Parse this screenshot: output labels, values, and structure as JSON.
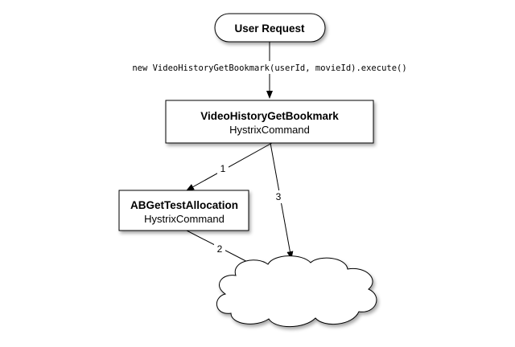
{
  "nodes": {
    "user_request": {
      "label": "User Request"
    },
    "video_history": {
      "title": "VideoHistoryGetBookmark",
      "subtitle": "HystrixCommand"
    },
    "ab_test": {
      "title": "ABGetTestAllocation",
      "subtitle": "HystrixCommand"
    }
  },
  "edges": {
    "request_call": {
      "label": "new VideoHistoryGetBookmark(userId, movieId).execute()"
    },
    "edge_1": {
      "label": "1"
    },
    "edge_2": {
      "label": "2"
    },
    "edge_3": {
      "label": "3"
    }
  }
}
